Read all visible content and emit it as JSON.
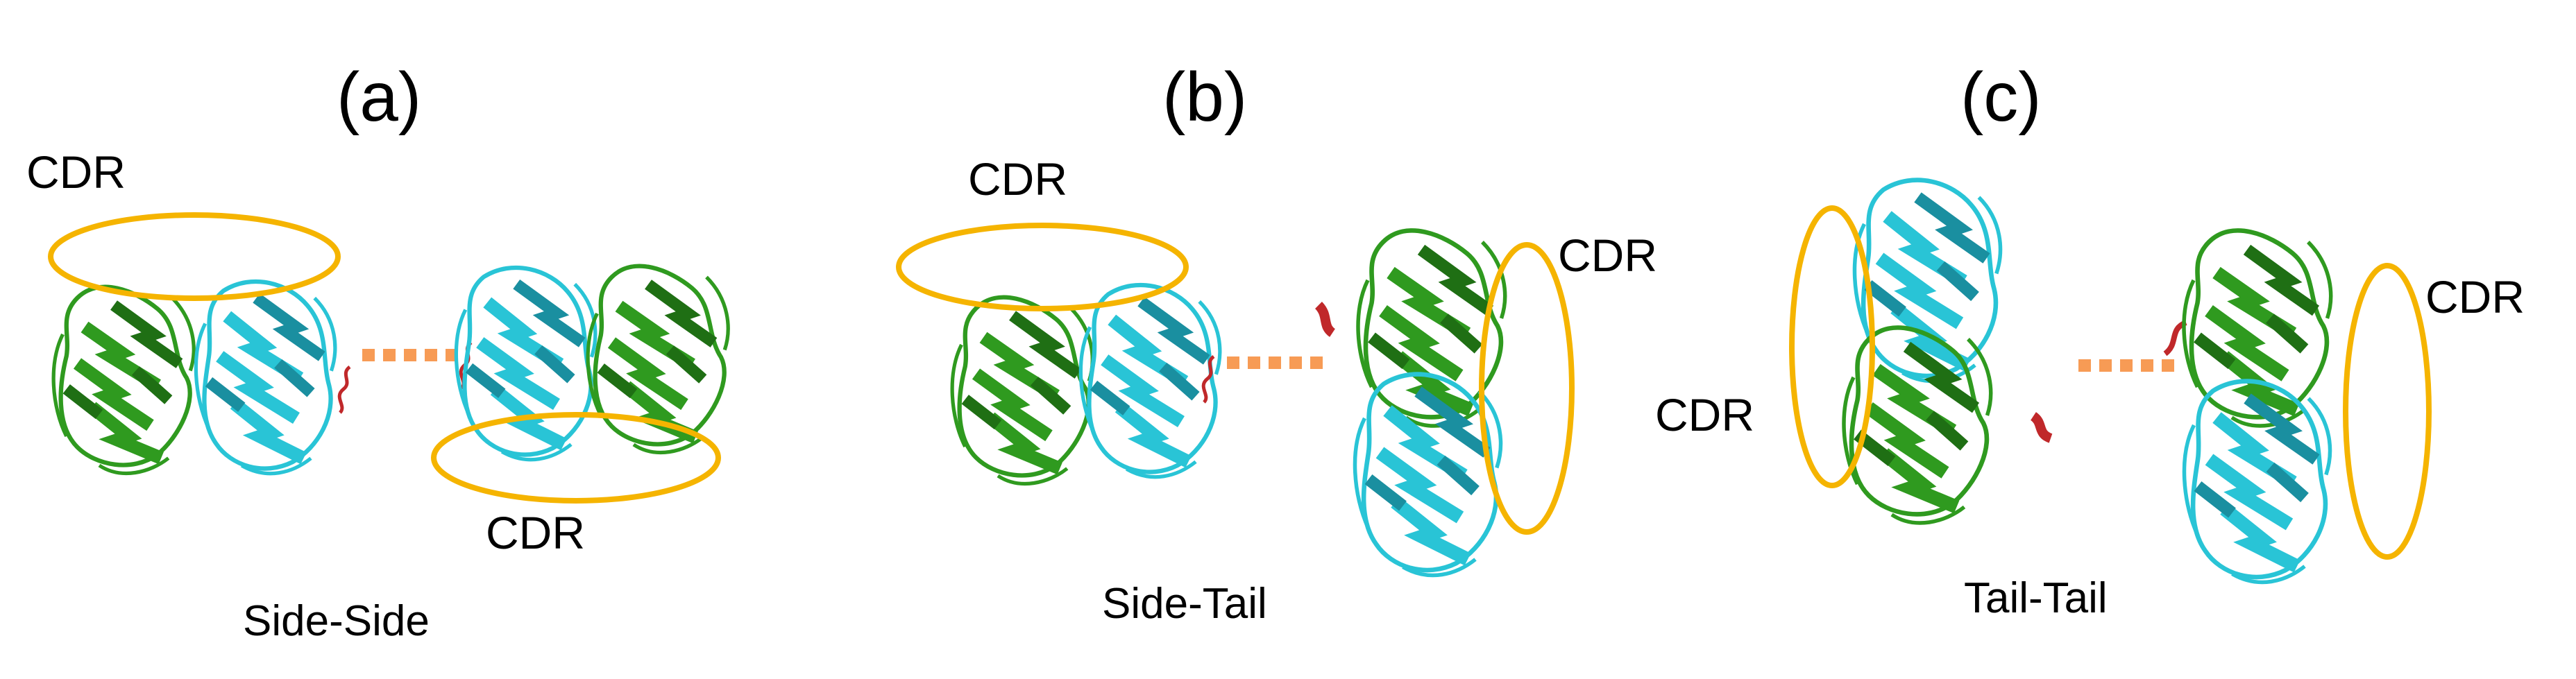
{
  "panels": [
    {
      "label": "(a)",
      "caption": "Side-Side",
      "cdr_labels": [
        "CDR",
        "CDR"
      ]
    },
    {
      "label": "(b)",
      "caption": "Side-Tail",
      "cdr_labels": [
        "CDR",
        "CDR"
      ]
    },
    {
      "label": "(c)",
      "caption": "Tail-Tail",
      "cdr_labels": [
        "CDR",
        "CDR"
      ]
    }
  ],
  "colors": {
    "cdr_ellipse": "#f5b400",
    "green_domain": "#2f9a1f",
    "green_dark": "#1f6f14",
    "cyan_domain": "#29c4d6",
    "cyan_dark": "#1a8fa0",
    "linker_red": "#c0282a",
    "interaction_dash": "#f79b55"
  },
  "icons": [
    "protein-cartoon",
    "cdr-ellipse",
    "interaction-dashes"
  ]
}
